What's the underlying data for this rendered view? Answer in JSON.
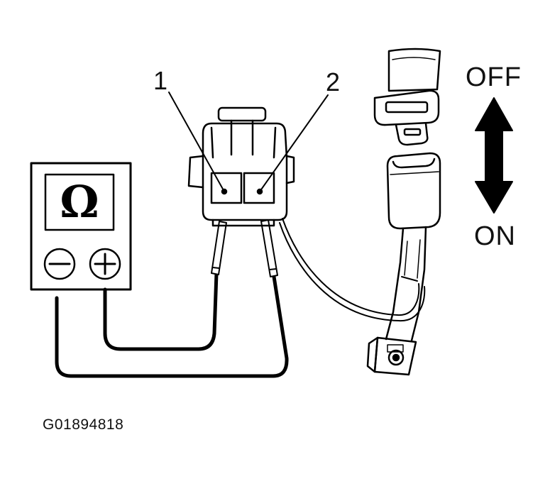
{
  "labels": {
    "terminal_1": "1",
    "terminal_2": "2",
    "switch_off": "OFF",
    "switch_on": "ON",
    "figure_id": "G01894818"
  },
  "meter": {
    "display_symbol": "Ω",
    "negative_symbol": "−",
    "positive_symbol": "+",
    "icon": "ohmmeter-icon"
  },
  "parts": {
    "connector_icon": "connector-icon",
    "buckle_icon": "seat-belt-buckle-icon",
    "latch_icon": "seat-belt-latch-icon",
    "arrow_icon": "double-arrow-icon"
  },
  "colors": {
    "line": "#000000",
    "background": "#ffffff"
  }
}
